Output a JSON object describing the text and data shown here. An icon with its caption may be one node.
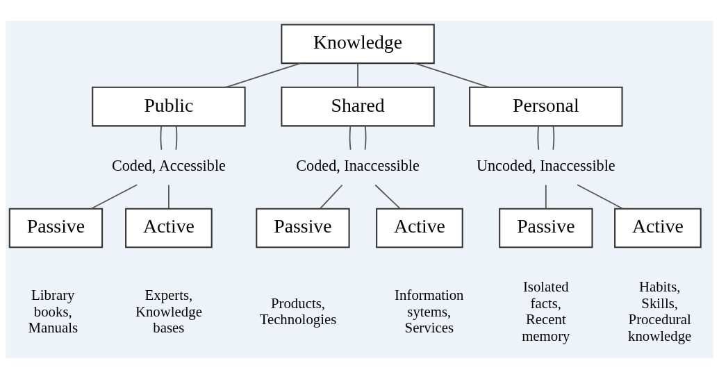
{
  "diagram": {
    "nodes": [
      {
        "text": [
          "Knowledge"
        ]
      },
      {
        "text": [
          "Public"
        ]
      },
      {
        "text": [
          "Coded, Accessible"
        ]
      },
      {
        "text": [
          "Passive"
        ],
        "beside": [
          "Library books, Manuals"
        ]
      },
      {
        "text": [
          "Active"
        ],
        "beside": [
          "Experts, Knowledge bases"
        ]
      },
      {
        "text": [
          "Shared"
        ]
      },
      {
        "text": [
          "Coded, Inaccessible"
        ]
      },
      {
        "text": [
          "Passive"
        ],
        "beside": [
          "Products, Technologies"
        ]
      },
      {
        "text": [
          "Active"
        ],
        "beside": [
          "Information sytems, Services"
        ]
      },
      {
        "text": [
          "Personal"
        ]
      },
      {
        "text": [
          "Uncoded, Inaccessible"
        ]
      },
      {
        "text": [
          "Passive"
        ],
        "beside": [
          "Isolated facts, Recent memory"
        ]
      },
      {
        "text": [
          "Active"
        ],
        "beside": [
          "Habits, Skills, Procedural knowledge"
        ]
      }
    ],
    "edges": [
      {
        "from": 0,
        "to": 1,
        "arrow": "none"
      },
      {
        "from": 0,
        "to": 5,
        "arrow": "none"
      },
      {
        "from": 0,
        "to": 9,
        "arrow": "none"
      },
      {
        "from": 1,
        "to": 2,
        "arrow": "none"
      },
      {
        "from": 1,
        "to": 2,
        "arrow": "none"
      },
      {
        "from": 2,
        "to": 3,
        "arrow": "none"
      },
      {
        "from": 2,
        "to": 4,
        "arrow": "none"
      },
      {
        "from": 5,
        "to": 6,
        "arrow": "none"
      },
      {
        "from": 5,
        "to": 6,
        "arrow": "none"
      },
      {
        "from": 6,
        "to": 7,
        "arrow": "none"
      },
      {
        "from": 6,
        "to": 8,
        "arrow": "none"
      },
      {
        "from": 9,
        "to": 10,
        "arrow": "none"
      },
      {
        "from": 9,
        "to": 10,
        "arrow": "none"
      },
      {
        "from": 10,
        "to": 11,
        "arrow": "none"
      },
      {
        "from": 10,
        "to": 12,
        "arrow": "none"
      }
    ]
  }
}
